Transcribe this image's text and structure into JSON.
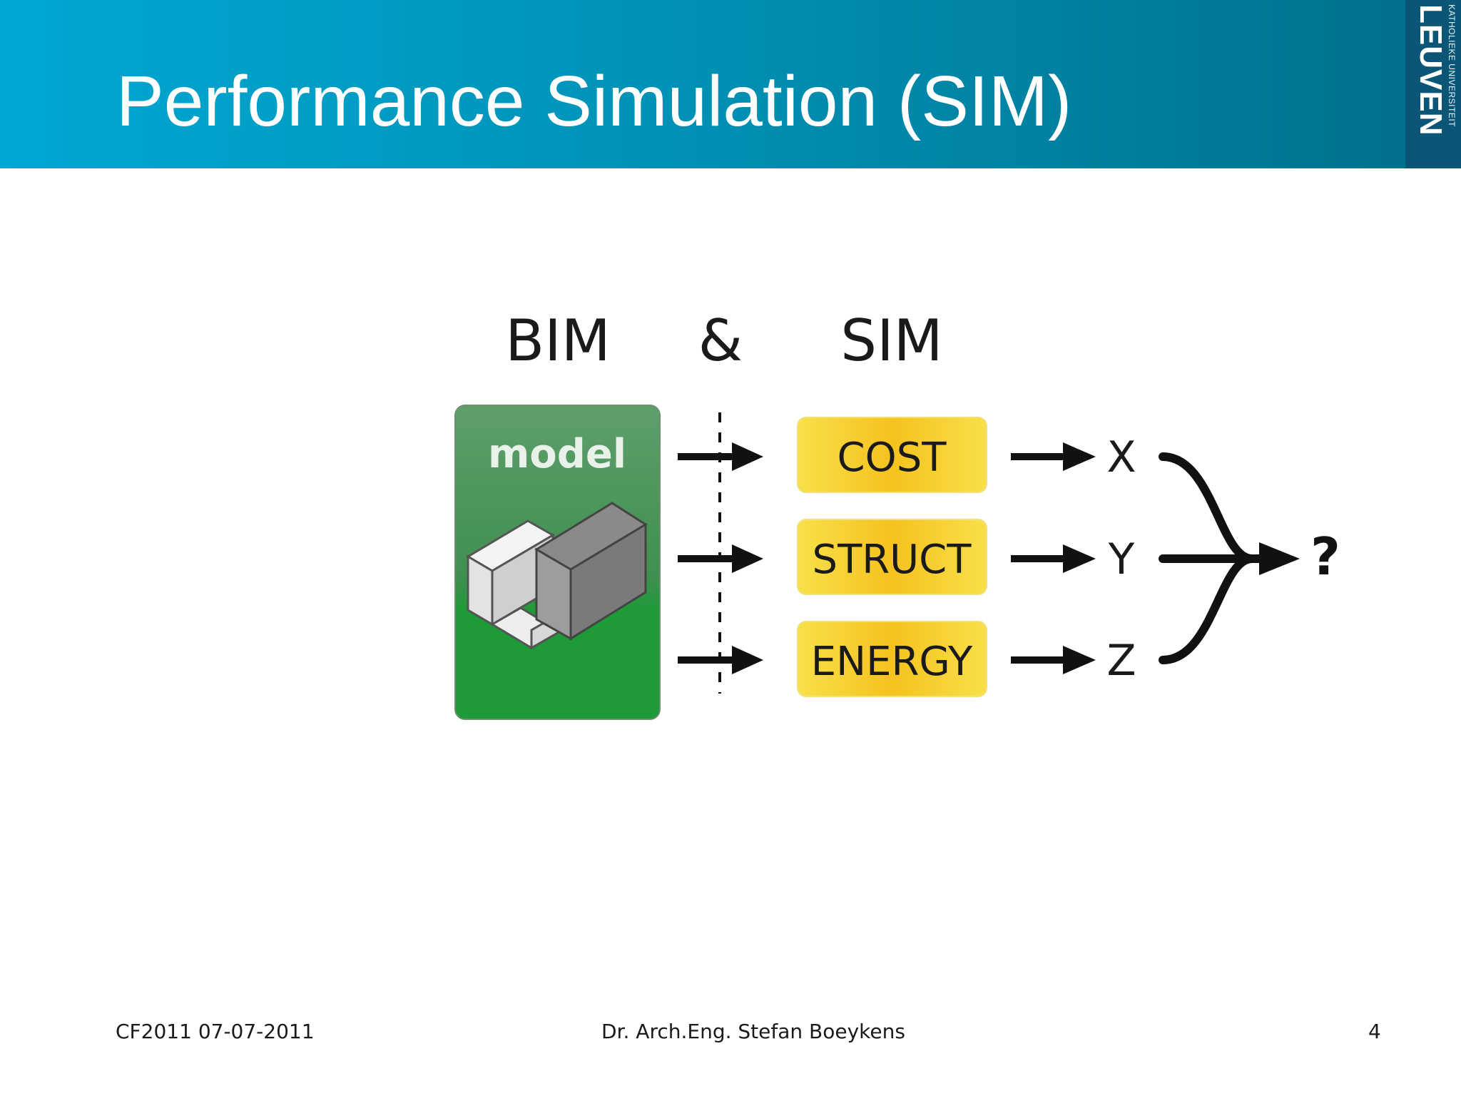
{
  "header": {
    "title": "Performance Simulation (SIM)",
    "logo_small": "KATHOLIEKE UNIVERSITEIT",
    "logo_big": "LEUVEN"
  },
  "diagram": {
    "headings": {
      "bim": "BIM",
      "amp": "&",
      "sim": "SIM"
    },
    "model_label": "model",
    "simulations": [
      "COST",
      "STRUCT",
      "ENERGY"
    ],
    "outputs": [
      "X",
      "Y",
      "Z"
    ],
    "result": "?"
  },
  "footer": {
    "left": "CF2011 07-07-2011",
    "center": "Dr. Arch.Eng. Stefan Boeykens",
    "page_number": "4"
  },
  "colors": {
    "header_start": "#00a8d4",
    "header_end": "#006f8c",
    "model_green": "#2e9e44",
    "sim_yellow": "#f7dc3a"
  }
}
